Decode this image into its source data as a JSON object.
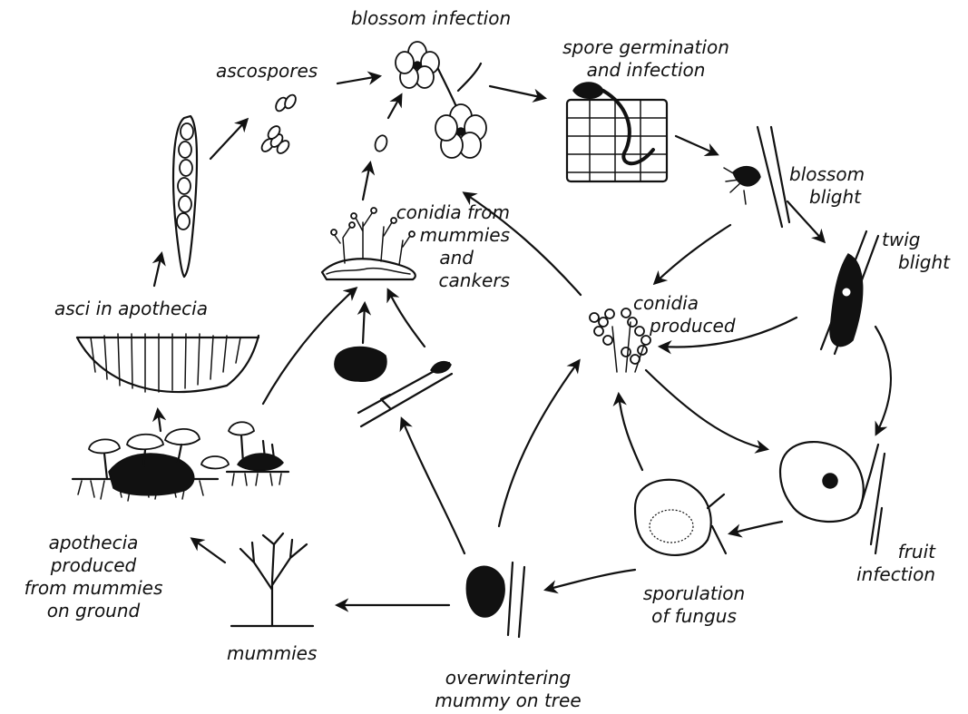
{
  "labels": {
    "blossom_infection": "blossom infection",
    "ascospores": "ascospores",
    "spore_germination": [
      "spore germination",
      "and infection"
    ],
    "blossom_blight": [
      "blossom",
      "blight"
    ],
    "twig_blight": [
      "twig",
      "blight"
    ],
    "conidia_mummies": [
      "conidia from",
      "mummies",
      "and",
      "cankers"
    ],
    "conidia_produced": [
      "conidia",
      "produced"
    ],
    "asci": "asci in apothecia",
    "apothecia": [
      "apothecia",
      "produced",
      "from mummies",
      "on ground"
    ],
    "fruit_infection": [
      "fruit",
      "infection"
    ],
    "sporulation": [
      "sporulation",
      "of fungus"
    ],
    "mummies": "mummies",
    "overwintering": [
      "overwintering",
      "mummy on tree"
    ]
  }
}
